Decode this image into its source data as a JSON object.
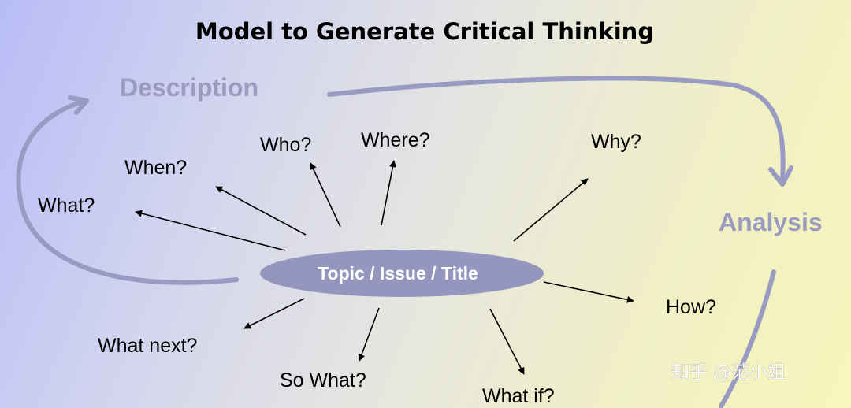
{
  "title": "Model to Generate Critical Thinking",
  "stages": {
    "description": "Description",
    "analysis": "Analysis"
  },
  "center": "Topic / Issue / Title",
  "questions": {
    "what": "What?",
    "when": "When?",
    "who": "Who?",
    "where": "Where?",
    "why": "Why?",
    "how": "How?",
    "what_if": "What if?",
    "so_what": "So What?",
    "what_next": "What next?"
  },
  "watermark": "知乎 @范小姐",
  "colors": {
    "loop_arrow": "#9a9bc2",
    "stage_text": "#9a9bbf",
    "center_ellipse": "#9596be",
    "question_arrow": "#000000"
  }
}
